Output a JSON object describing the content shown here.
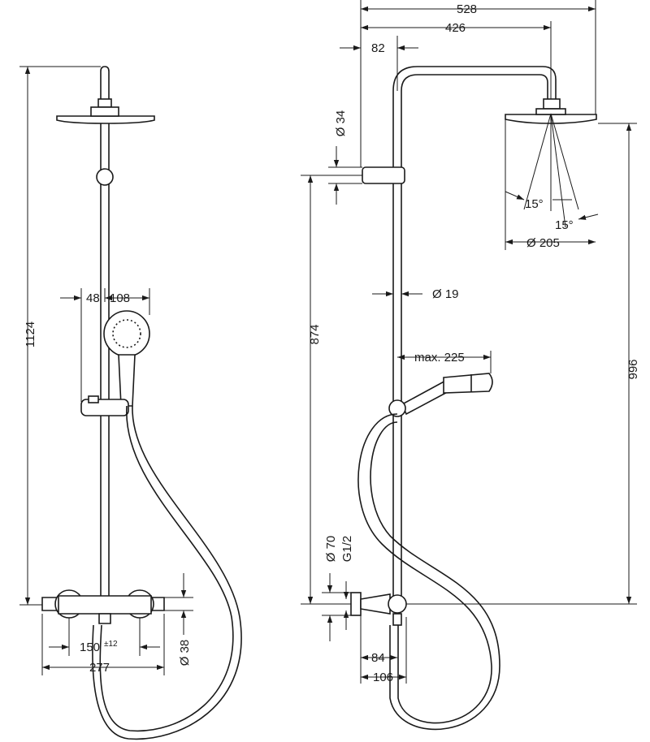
{
  "colors": {
    "line": "#1a1a1a",
    "background": "#ffffff"
  },
  "front_view": {
    "height_1124": "1124",
    "spacing_48": "48",
    "handshower_108": "108",
    "centers_150": "150",
    "centers_tolerance": "±12",
    "width_277": "277",
    "dia_38": "Ø 38"
  },
  "side_view": {
    "projection_528": "528",
    "projection_426": "426",
    "offset_82": "82",
    "dia_34": "Ø 34",
    "height_874": "874",
    "dia_19": "Ø 19",
    "reach_225": "max. 225",
    "height_996": "996",
    "angle_a": "15°",
    "angle_b": "15°",
    "dia_205": "Ø 205",
    "dia_70": "Ø 70",
    "thread": "G1/2",
    "depth_84": "84",
    "depth_106": "106"
  }
}
